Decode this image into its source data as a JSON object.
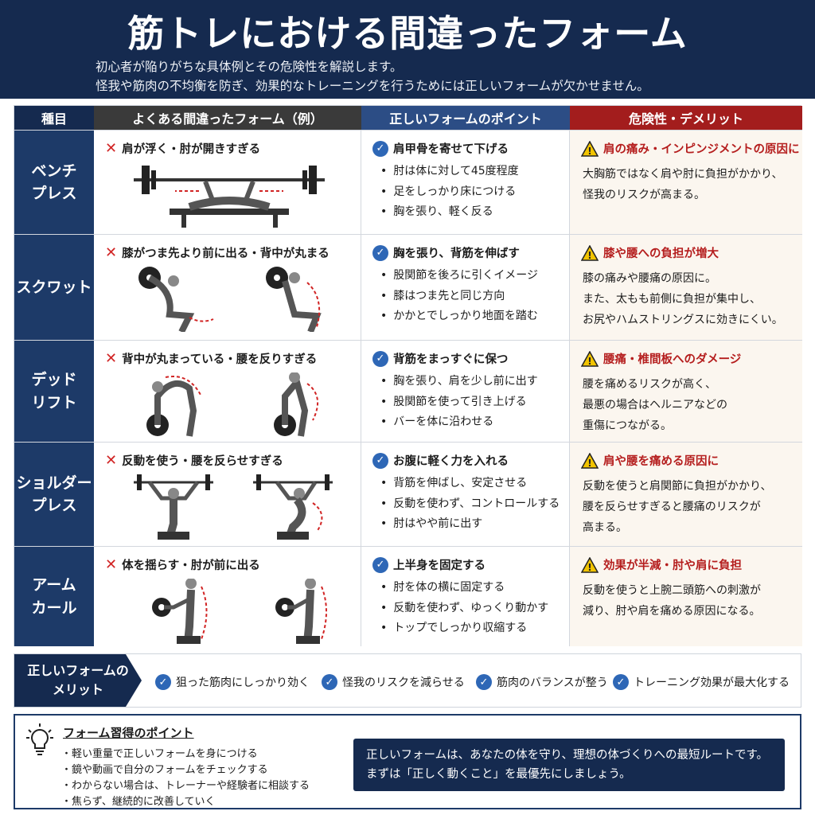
{
  "header": {
    "title": "筋トレにおける間違ったフォーム",
    "subtitle1": "初心者が陥りがちな具体例とその危険性を解説します。",
    "subtitle2": "怪我や筋肉の不均衡を防ぎ、効果的なトレーニングを行うためには正しいフォームが欠かせません。"
  },
  "columns": {
    "category": "種目",
    "wrong": "よくある間違ったフォーム（例）",
    "right": "正しいフォームのポイント",
    "risk": "危険性・デメリット"
  },
  "rows": [
    {
      "cat1": "ベンチ",
      "cat2": "プレス",
      "wrong": "肩が浮く・肘が開きすぎる",
      "right_head": "肩甲骨を寄せて下げる",
      "right_items": [
        "肘は体に対して45度程度",
        "足をしっかり床につける",
        "胸を張り、軽く反る"
      ],
      "risk_head": "肩の痛み・インピンジメントの原因に",
      "risk_text": "大胸筋ではなく肩や肘に負担がかかり、\n怪我のリスクが高まる。"
    },
    {
      "cat1": "スクワット",
      "cat2": "",
      "wrong": "膝がつま先より前に出る・背中が丸まる",
      "right_head": "胸を張り、背筋を伸ばす",
      "right_items": [
        "股関節を後ろに引くイメージ",
        "膝はつま先と同じ方向",
        "かかとでしっかり地面を踏む"
      ],
      "risk_head": "膝や腰への負担が増大",
      "risk_text": "膝の痛みや腰痛の原因に。\nまた、太もも前側に負担が集中し、\nお尻やハムストリングスに効きにくい。"
    },
    {
      "cat1": "デッド",
      "cat2": "リフト",
      "wrong": "背中が丸まっている・腰を反りすぎる",
      "right_head": "背筋をまっすぐに保つ",
      "right_items": [
        "胸を張り、肩を少し前に出す",
        "股関節を使って引き上げる",
        "バーを体に沿わせる"
      ],
      "risk_head": "腰痛・椎間板へのダメージ",
      "risk_text": "腰を痛めるリスクが高く、\n最悪の場合はヘルニアなどの\n重傷につながる。"
    },
    {
      "cat1": "ショルダー",
      "cat2": "プレス",
      "wrong": "反動を使う・腰を反らせすぎる",
      "right_head": "お腹に軽く力を入れる",
      "right_items": [
        "背筋を伸ばし、安定させる",
        "反動を使わず、コントロールする",
        "肘はやや前に出す"
      ],
      "risk_head": "肩や腰を痛める原因に",
      "risk_text": "反動を使うと肩関節に負担がかかり、\n腰を反らせすぎると腰痛のリスクが\n高まる。"
    },
    {
      "cat1": "アーム",
      "cat2": "カール",
      "wrong": "体を揺らす・肘が前に出る",
      "right_head": "上半身を固定する",
      "right_items": [
        "肘を体の横に固定する",
        "反動を使わず、ゆっくり動かす",
        "トップでしっかり収縮する"
      ],
      "risk_head": "効果が半減・肘や肩に負担",
      "risk_text": "反動を使うと上腕二頭筋への刺激が\n減り、肘や肩を痛める原因になる。"
    }
  ],
  "merits": {
    "label1": "正しいフォームの",
    "label2": "メリット",
    "items": [
      "狙った筋肉にしっかり効く",
      "怪我のリスクを減らせる",
      "筋肉のバランスが整う",
      "トレーニング効果が最大化する"
    ]
  },
  "footer": {
    "title": "フォーム習得のポイント",
    "items": [
      "軽い重量で正しいフォームを身につける",
      "鏡や動画で自分のフォームをチェックする",
      "わからない場合は、トレーナーや経験者に相談する",
      "焦らず、継続的に改善していく"
    ],
    "callout1": "正しいフォームは、あなたの体を守り、理想の体づくりへの最短ルートです。",
    "callout2": "まずは「正しく動くこと」を最優先にしましょう。"
  },
  "icons": {
    "wrong": "x-icon",
    "right": "check-circle-icon",
    "risk": "warning-triangle-icon",
    "tip": "lightbulb-icon"
  },
  "colors": {
    "navy": "#152a4f",
    "blue": "#2c4d85",
    "red": "#a31d1d",
    "dark": "#3a3a3a",
    "risk_bg": "#fbf6ef"
  }
}
